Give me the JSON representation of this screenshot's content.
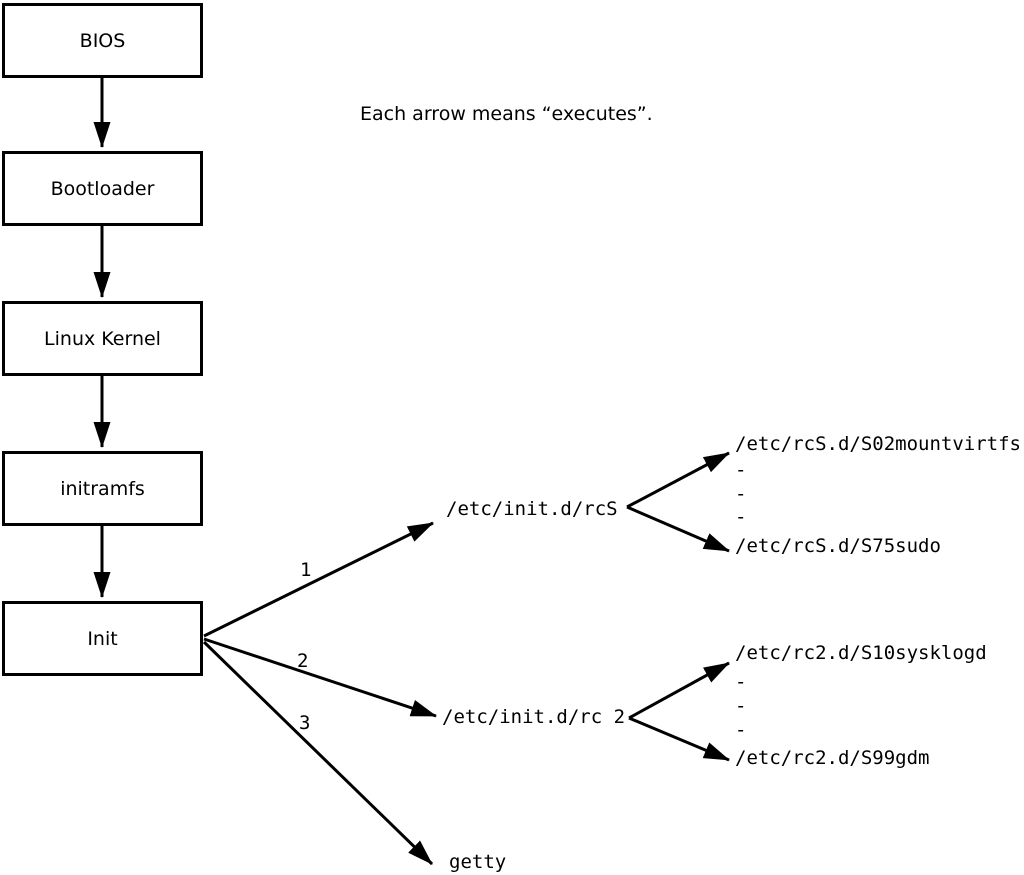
{
  "note": "Each arrow means “executes”.",
  "colors": {
    "line": "#000000",
    "background": "#ffffff",
    "box_fill": "#ffffff"
  },
  "boxes": [
    {
      "id": "bios",
      "label": "BIOS"
    },
    {
      "id": "bootloader",
      "label": "Bootloader"
    },
    {
      "id": "linux-kernel",
      "label": "Linux Kernel"
    },
    {
      "id": "initramfs",
      "label": "initramfs"
    },
    {
      "id": "init",
      "label": "Init"
    }
  ],
  "branches": [
    {
      "number": "1",
      "target": "/etc/init.d/rcS",
      "first_child": "/etc/rcS.d/S02mountvirtfs",
      "last_child": "/etc/rcS.d/S75sudo"
    },
    {
      "number": "2",
      "target": "/etc/init.d/rc 2",
      "first_child": "/etc/rc2.d/S10sysklogd",
      "last_child": "/etc/rc2.d/S99gdm"
    },
    {
      "number": "3",
      "target": "getty"
    }
  ],
  "ellipsis_dash": "-"
}
